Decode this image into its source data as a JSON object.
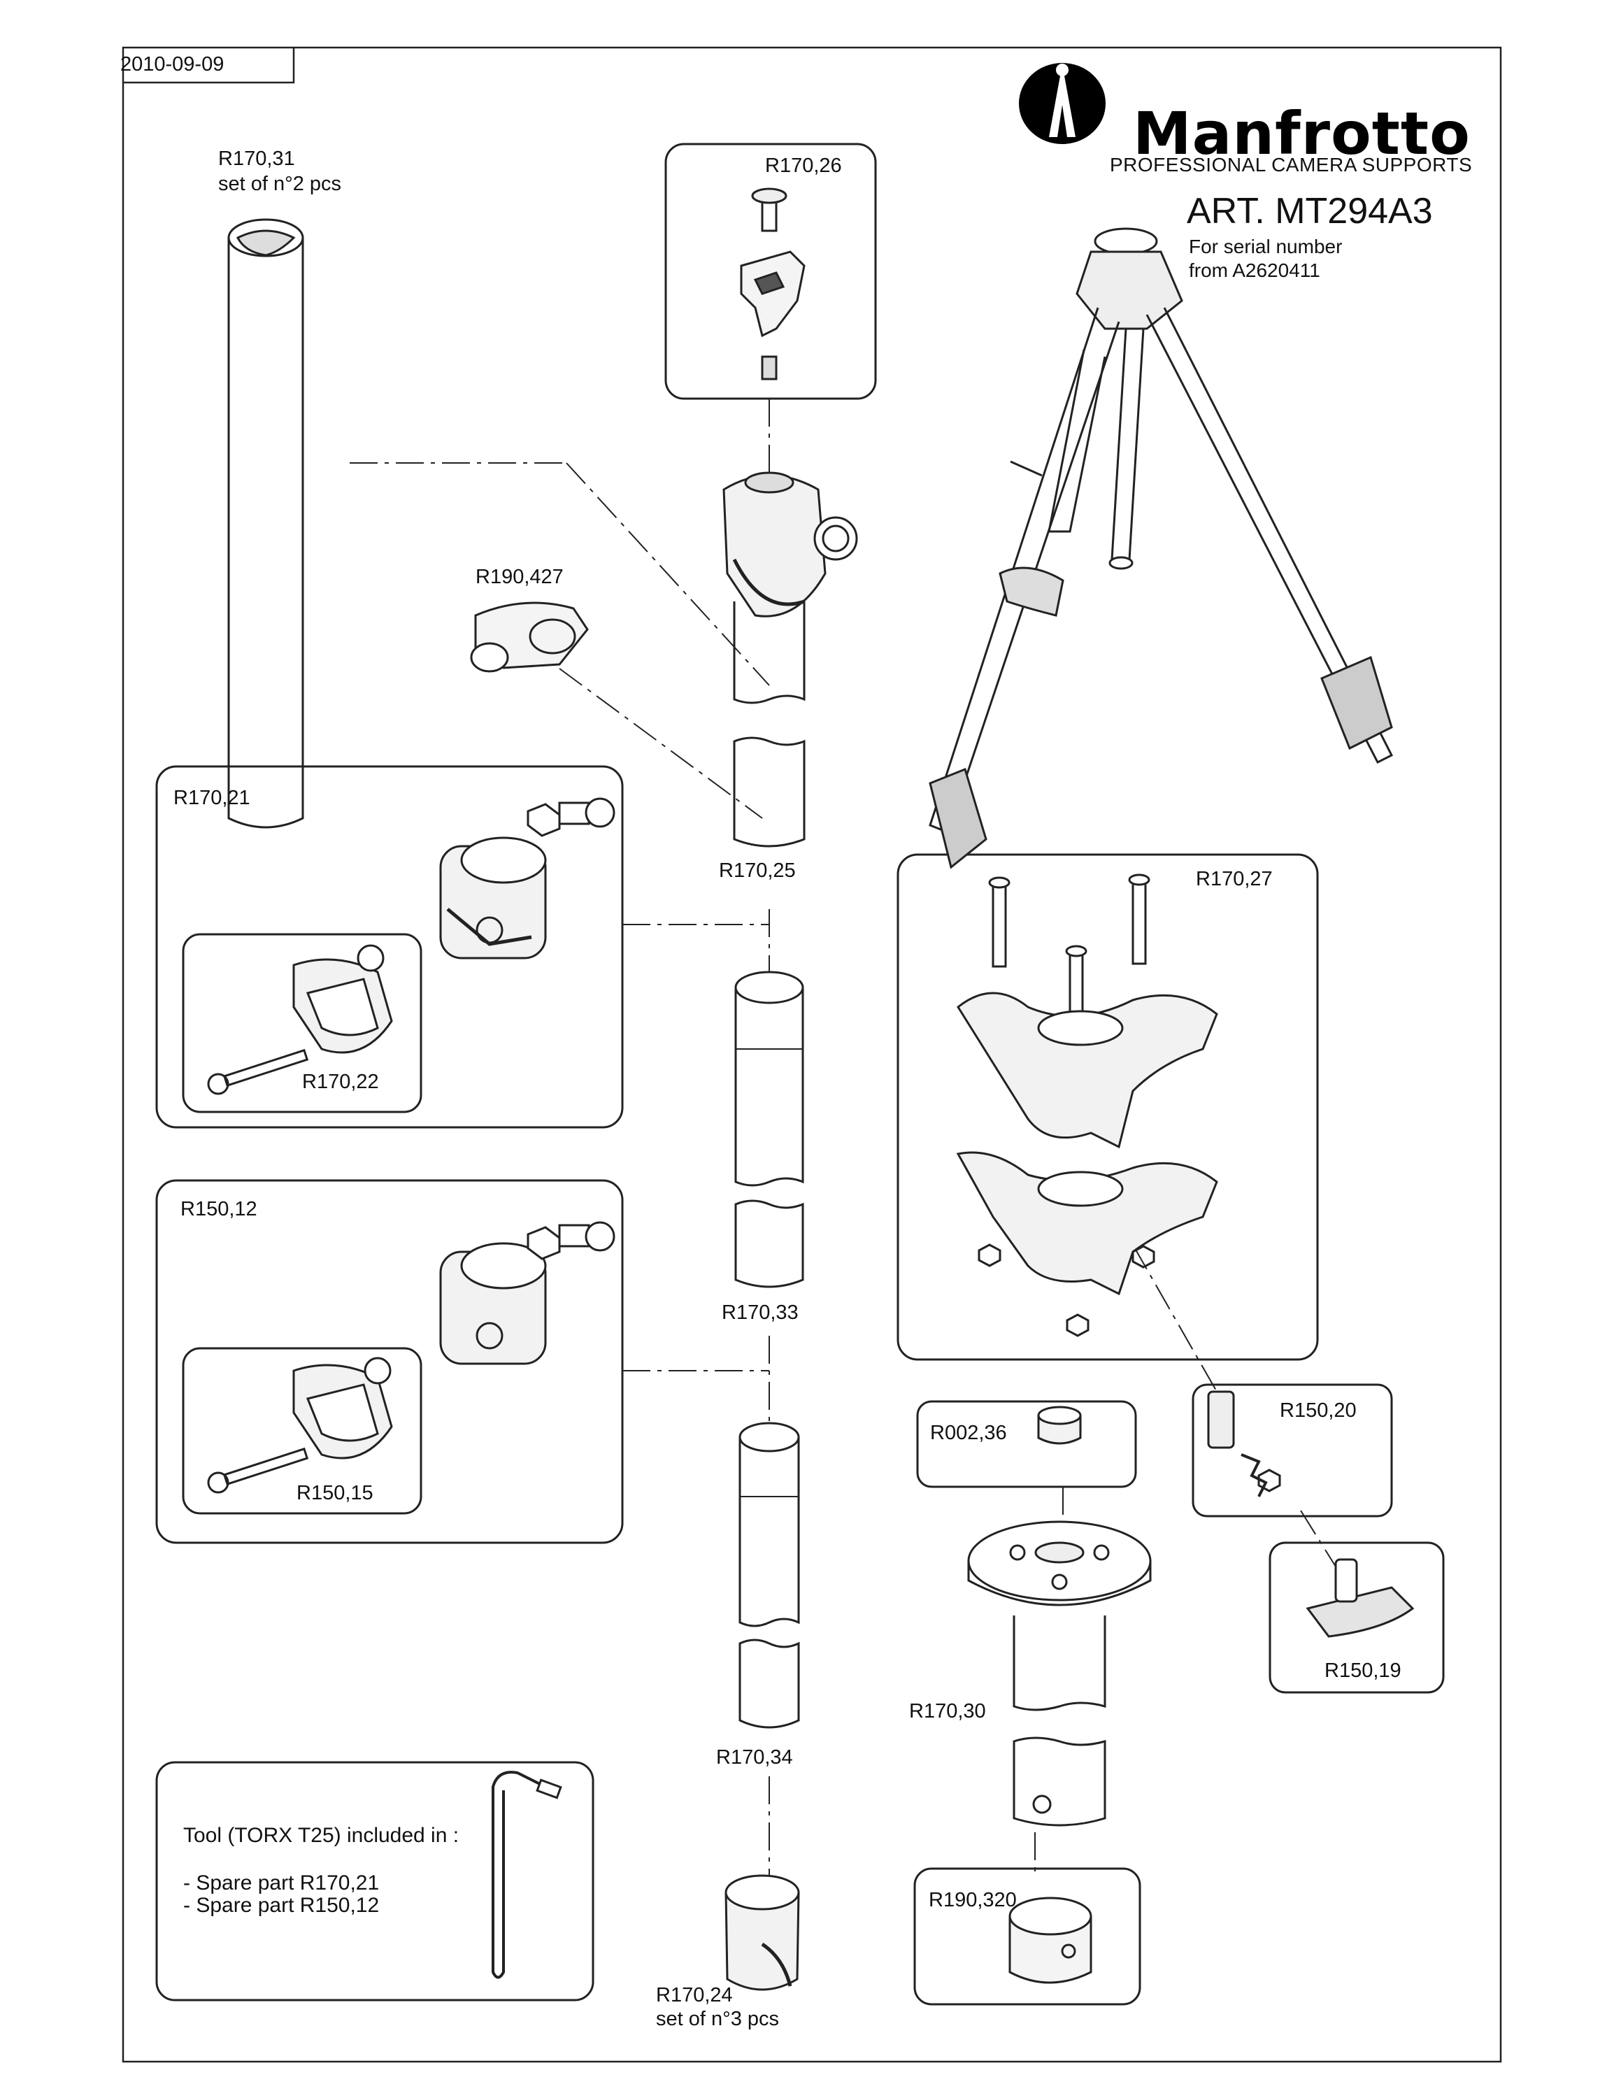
{
  "header": {
    "date": "2010-09-09",
    "brand": "Manfrotto",
    "tagline": "PROFESSIONAL CAMERA SUPPORTS",
    "article": "ART. MT294A3",
    "serial_line1": "For serial number",
    "serial_line2": "from A2620411"
  },
  "parts": {
    "r170_31": "R170,31",
    "r170_31_qty": "set of n°2 pcs",
    "r170_26": "R170,26",
    "r190_427": "R190,427",
    "r170_21": "R170,21",
    "r170_22": "R170,22",
    "r170_25": "R170,25",
    "r170_27": "R170,27",
    "r150_12": "R150,12",
    "r150_15": "R150,15",
    "r170_33": "R170,33",
    "r150_20": "R150,20",
    "r002_36": "R002,36",
    "r150_19": "R150,19",
    "r170_30": "R170,30",
    "r170_34": "R170,34",
    "r190_320": "R190,320",
    "r170_24": "R170,24",
    "r170_24_qty": "set of n°3 pcs"
  },
  "tool_note": {
    "title": "Tool (TORX T25) included in :",
    "item1": "- Spare part R170,21",
    "item2": "- Spare part R150,12"
  }
}
